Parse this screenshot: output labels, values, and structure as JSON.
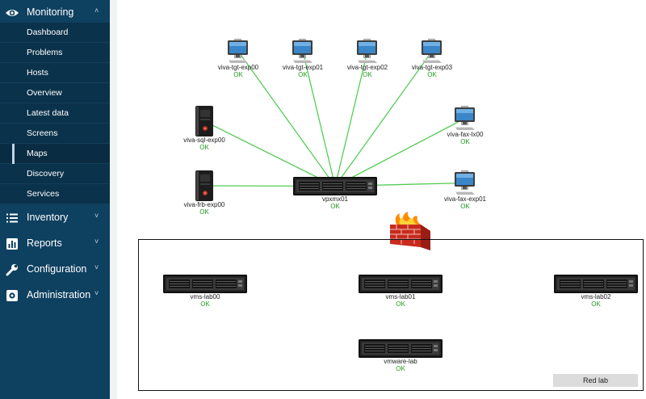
{
  "sidebar": {
    "sections": [
      {
        "key": "monitoring",
        "label": "Monitoring",
        "icon": "eye-icon",
        "chevron": "˄",
        "expanded": true
      },
      {
        "key": "inventory",
        "label": "Inventory",
        "icon": "list-icon",
        "chevron": "˅"
      },
      {
        "key": "reports",
        "label": "Reports",
        "icon": "bar-chart-icon",
        "chevron": "˅"
      },
      {
        "key": "configuration",
        "label": "Configuration",
        "icon": "wrench-icon",
        "chevron": "˅"
      },
      {
        "key": "administration",
        "label": "Administration",
        "icon": "gear-icon",
        "chevron": "˅"
      }
    ],
    "monitoring_items": [
      {
        "label": "Dashboard"
      },
      {
        "label": "Problems"
      },
      {
        "label": "Hosts"
      },
      {
        "label": "Overview"
      },
      {
        "label": "Latest data"
      },
      {
        "label": "Screens"
      },
      {
        "label": "Maps",
        "active": true
      },
      {
        "label": "Discovery"
      },
      {
        "label": "Services"
      }
    ]
  },
  "map": {
    "link_color": "#55cc55",
    "status_color": "#1e9a1e",
    "hosts": {
      "tgt00": {
        "name": "viva-tgt-exp00",
        "status": "OK",
        "icon": "desktop-computer-icon"
      },
      "tgt01": {
        "name": "viva-tgt-exp01",
        "status": "OK",
        "icon": "desktop-computer-icon"
      },
      "tgt02": {
        "name": "viva-tgt-exp02",
        "status": "OK",
        "icon": "desktop-computer-icon"
      },
      "tgt03": {
        "name": "viva-tgt-exp03",
        "status": "OK",
        "icon": "desktop-computer-icon"
      },
      "sql00": {
        "name": "viva-sql-exp00",
        "status": "OK",
        "icon": "tower-server-icon"
      },
      "fax_lx00": {
        "name": "viva-fax-lx00",
        "status": "OK",
        "icon": "desktop-computer-icon"
      },
      "frb00": {
        "name": "viva-frb-exp00",
        "status": "OK",
        "icon": "tower-server-icon"
      },
      "vpxmx01": {
        "name": "vpxmx01",
        "status": "OK",
        "icon": "rack-server-icon"
      },
      "fax_exp01": {
        "name": "viva-fax-exp01",
        "status": "OK",
        "icon": "desktop-computer-icon"
      },
      "firewall": {
        "icon": "firewall-icon"
      },
      "lab00": {
        "name": "vms-lab00",
        "status": "OK",
        "icon": "rack-server-icon"
      },
      "lab01": {
        "name": "vms-lab01",
        "status": "OK",
        "icon": "rack-server-icon"
      },
      "lab02": {
        "name": "vms-lab02",
        "status": "OK",
        "icon": "rack-server-icon"
      },
      "vmware": {
        "name": "vmware-lab",
        "status": "OK",
        "icon": "rack-server-icon"
      }
    },
    "links": [
      [
        "vpxmx01",
        "tgt00"
      ],
      [
        "vpxmx01",
        "tgt01"
      ],
      [
        "vpxmx01",
        "tgt02"
      ],
      [
        "vpxmx01",
        "tgt03"
      ],
      [
        "vpxmx01",
        "sql00"
      ],
      [
        "vpxmx01",
        "fax_lx00"
      ],
      [
        "vpxmx01",
        "frb00"
      ],
      [
        "vpxmx01",
        "fax_exp01"
      ]
    ],
    "lab_label": "Red lab"
  }
}
